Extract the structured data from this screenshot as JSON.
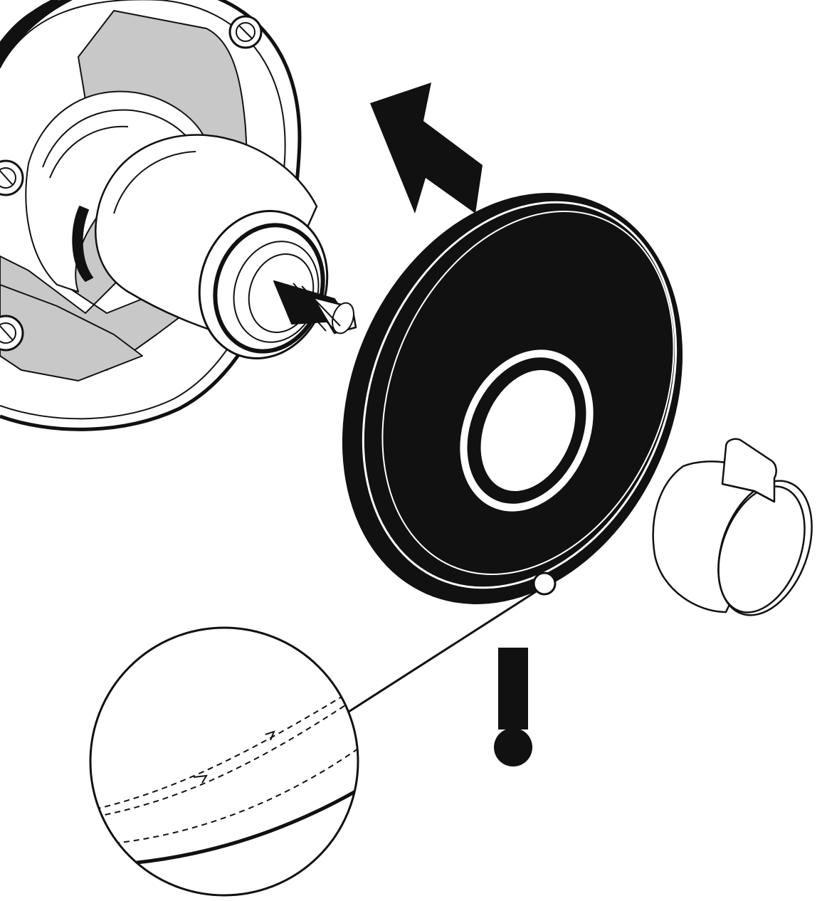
{
  "diagram": {
    "type": "installation-illustration",
    "parts": [
      "valve-body-with-cartridge",
      "escutcheon-trim-plate",
      "handle-knob",
      "detail-magnifier"
    ],
    "direction_arrow": "up-left",
    "callout_symbol": "exclamation-mark",
    "colors": {
      "ink": "#111111",
      "shade": "#c8c8c8",
      "paper": "#ffffff"
    }
  }
}
